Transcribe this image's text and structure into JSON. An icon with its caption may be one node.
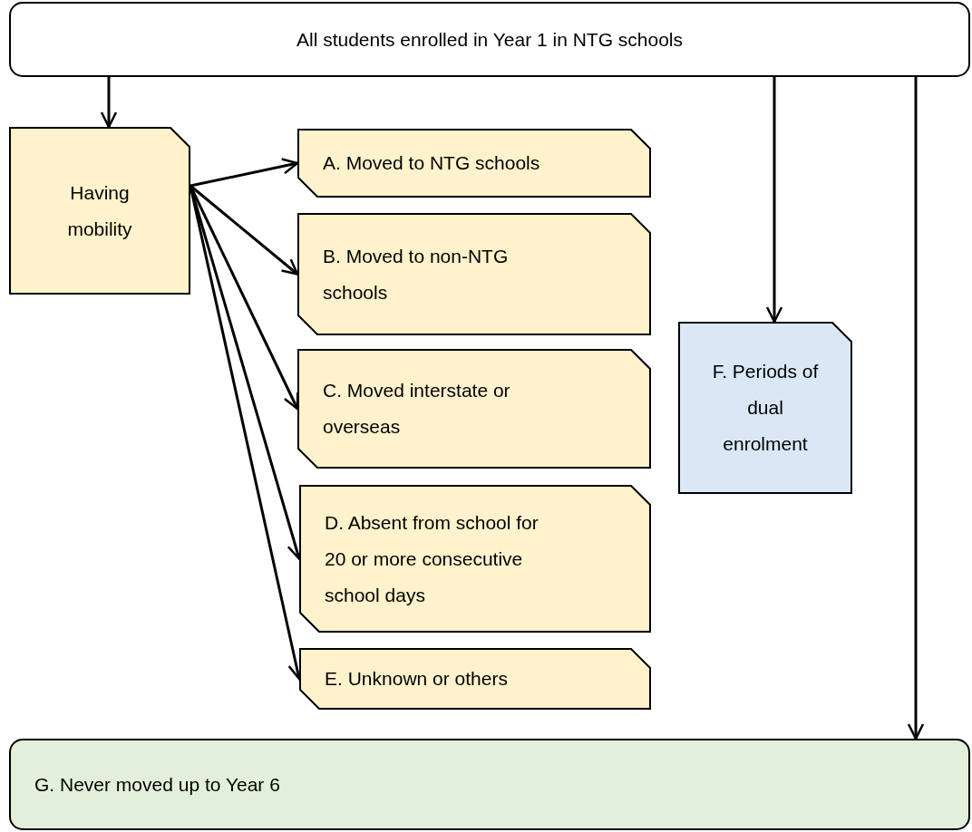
{
  "diagram": {
    "nodes": [
      {
        "text": [
          "All students enrolled in Year 1 in NTG schools"
        ]
      },
      {
        "text": [
          "Having mobility"
        ]
      },
      {
        "text": [
          "A. Moved to NTG schools"
        ]
      },
      {
        "text": [
          "B. Moved to non-NTG schools"
        ]
      },
      {
        "text": [
          "C. Moved interstate or overseas"
        ]
      },
      {
        "text": [
          "D. Absent from school for 20 or more consecutive school days"
        ]
      },
      {
        "text": [
          "E. Unknown or others"
        ]
      },
      {
        "text": [
          "F. Periods of dual enrolment"
        ]
      },
      {
        "text": [
          "G. Never moved up to Year 6"
        ]
      }
    ],
    "edges": [
      {
        "from": 0,
        "to": 1,
        "arrow": "to"
      },
      {
        "from": 0,
        "to": 7,
        "arrow": "to"
      },
      {
        "from": 0,
        "to": 8,
        "arrow": "to"
      },
      {
        "from": 1,
        "to": 2,
        "arrow": "to"
      },
      {
        "from": 1,
        "to": 3,
        "arrow": "to"
      },
      {
        "from": 1,
        "to": 4,
        "arrow": "to"
      },
      {
        "from": 1,
        "to": 5,
        "arrow": "to"
      },
      {
        "from": 1,
        "to": 6,
        "arrow": "to"
      }
    ]
  }
}
